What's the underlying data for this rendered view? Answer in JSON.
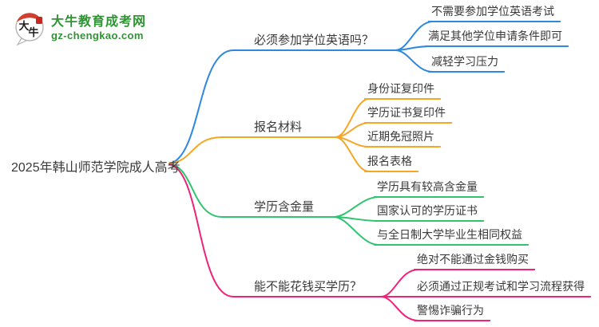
{
  "logo": {
    "icon": "danniu-cow-bubble-logo",
    "title": "大牛教育成考网",
    "url": "gz-chengkao.com",
    "brand_green": "#2e9532",
    "brand_red": "#d23f31"
  },
  "root": {
    "label": "2025年韩山师范学院成人高考"
  },
  "topics": [
    {
      "label": "必须参加学位英语吗？",
      "color": "#2f87e0",
      "children": [
        "不需要参加学位英语考试",
        "满足其他学位申请条件即可",
        "减轻学习压力"
      ]
    },
    {
      "label": "报名材料",
      "color": "#f5a623",
      "children": [
        "身份证复印件",
        "学历证书复印件",
        "近期免冠照片",
        "报名表格"
      ]
    },
    {
      "label": "学历含金量",
      "color": "#2ec470",
      "children": [
        "学历具有较高含金量",
        "国家认可的学历证书",
        "与全日制大学毕业生相同权益"
      ]
    },
    {
      "label": "能不能花钱买学历？",
      "color": "#ee2277",
      "children": [
        "绝对不能通过金钱购买",
        "必须通过正规考试和学习流程获得",
        "警惕诈骗行为"
      ]
    }
  ]
}
